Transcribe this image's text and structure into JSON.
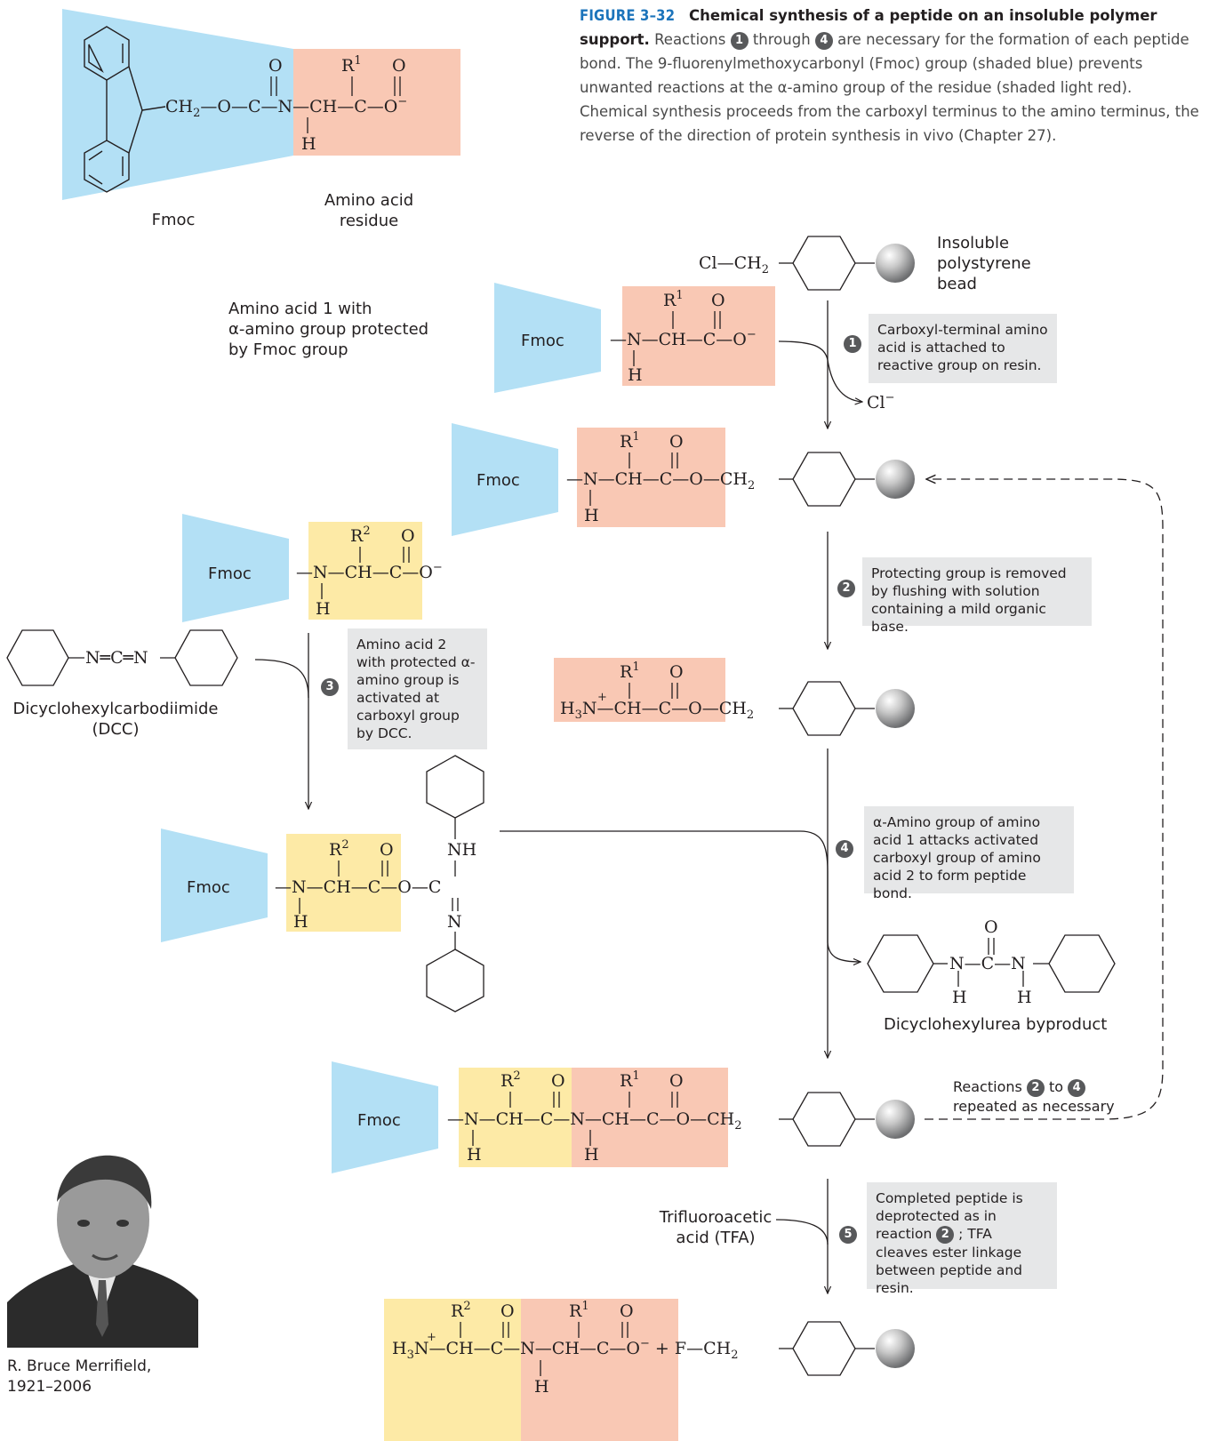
{
  "caption": {
    "figure_number": "FIGURE 3–32",
    "title": "Chemical synthesis of a peptide on an insoluble polymer support.",
    "body_1": " Reactions ",
    "badge_a": "1",
    "body_2": " through ",
    "badge_b": "4",
    "body_3": " are necessary for the formation of each peptide bond. The 9-fluorenylmethoxycarbonyl (Fmoc) group (shaded blue) prevents unwanted reactions at the α-amino group of the residue (shaded light red). Chemical synthesis proceeds from the carboxyl terminus to the amino terminus, the reverse of the direction of protein synthesis in vivo (Chapter 27)."
  },
  "labels": {
    "fmoc": "Fmoc",
    "amino_acid_residue": "Amino acid\nresidue",
    "insoluble_bead": "Insoluble\npolystyrene\nbead",
    "amino_acid_1": "Amino acid 1 with\nα-amino group protected\nby Fmoc group",
    "dcc": "Dicyclohexylcarbodiimide\n(DCC)",
    "dicyclohexylurea": "Dicyclohexylurea byproduct",
    "tfa": "Trifluoroacetic\nacid (TFA)",
    "repeated_1": "Reactions",
    "repeated_2": "to",
    "repeated_3": "repeated as necessary",
    "photo_credit": "R. Bruce Merrifield,\n1921–2006"
  },
  "steps": {
    "s1": {
      "badge": "1",
      "text": "Carboxyl-terminal amino acid is attached to reactive group on resin."
    },
    "s2": {
      "badge": "2",
      "text": "Protecting group is removed by flushing with solution containing a mild organic base."
    },
    "s3": {
      "badge": "3",
      "text": "Amino acid 2 with protected α-amino group is activated at carboxyl group by DCC."
    },
    "s4": {
      "badge": "4",
      "text": "α-Amino group of amino acid 1 attacks activated carboxyl group of amino acid 2 to form peptide bond."
    },
    "s5": {
      "badge": "5",
      "text_1": "Completed peptide is deprotected as in reaction",
      "text_badge": "2",
      "text_2": "; TFA cleaves ester linkage between peptide and resin."
    },
    "repeat_badge_a": "2",
    "repeat_badge_b": "4"
  },
  "colors": {
    "fmoc_blue": "#b3e0f5",
    "residue_red": "#f9c8b4",
    "residue_yellow": "#fdeaa6",
    "note_gray": "#e6e7e8",
    "figure_blue": "#1c74bb"
  }
}
